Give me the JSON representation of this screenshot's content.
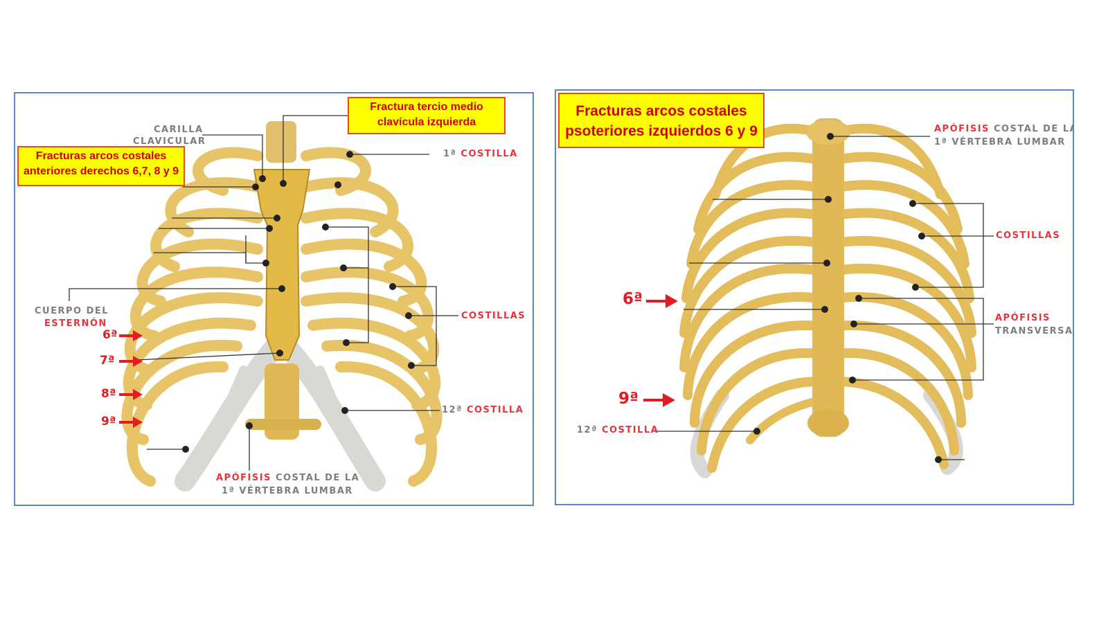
{
  "colors": {
    "bone": "#e7c467",
    "bone_dark": "#b58c2a",
    "cartilage": "#d8d8d4",
    "callout_bg": "#ffff00",
    "callout_text": "#d40000",
    "panel_border": "#5b87c7",
    "label_gray": "#7d7d7d",
    "label_red": "#e8343a"
  },
  "left": {
    "callout_anterior": {
      "line1": "Fracturas arcos costales",
      "line2": "anteriores derechos 6,7, 8 y 9"
    },
    "callout_clavicle": {
      "line1": "Fractura tercio medio",
      "line2": "clavícula izquierda"
    },
    "labels": {
      "carilla_l1": "CARILLA",
      "carilla_l2": "CLAVICULAR",
      "primera_num": "1ª",
      "primera_word": "COSTILLA",
      "cuerpo_l1": "CUERPO DEL",
      "cuerpo_l2": "ESTERNÓN",
      "costillas": "COSTILLAS",
      "doce_num": "12ª",
      "doce_word": "COSTILLA",
      "apofisis_red": "APÓFISIS",
      "apofisis_rest": "COSTAL DE LA",
      "apofisis_l2": "1ª VÉRTEBRA LUMBAR"
    },
    "arrows": [
      "6ª",
      "7ª",
      "8ª",
      "9ª"
    ]
  },
  "right": {
    "callout_posterior": {
      "line1": "Fracturas arcos costales",
      "line2": "psoteriores izquierdos 6 y 9"
    },
    "labels": {
      "apofisis_red": "APÓFISIS",
      "apofisis_rest": "COSTAL DE LA",
      "apofisis_l2": "1ª VÉRTEBRA LUMBAR",
      "costillas": "COSTILLAS",
      "transversas_l1": "APÓFISIS",
      "transversas_l2": "TRANSVERSAS",
      "doce_num": "12ª",
      "doce_word": "COSTILLA"
    },
    "arrows": [
      "6ª",
      "9ª"
    ]
  }
}
